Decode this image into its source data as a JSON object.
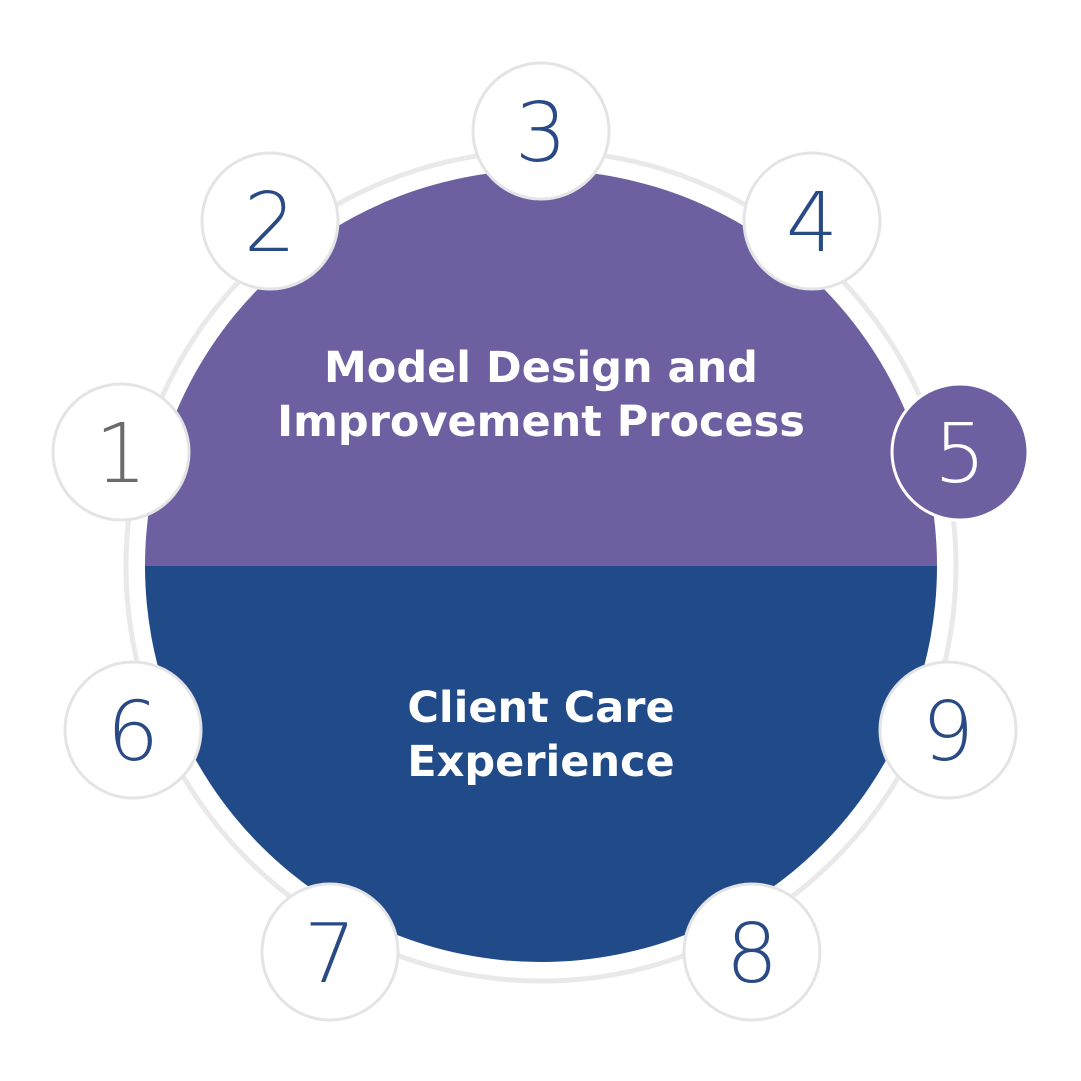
{
  "colors": {
    "background": "#ffffff",
    "ring": "#e9e9ea",
    "top_half": "#6e5fa0",
    "bottom_half": "#204b88",
    "node_fill": "#ffffff",
    "node_border": "#e4e4e6",
    "number_default": "#2a4a86",
    "number_one": "#6b6b6b",
    "node_active_fill": "#6e5fa0",
    "number_active": "#ffffff"
  },
  "top_section": {
    "line1": "Model Design and",
    "line2": "Improvement Process"
  },
  "bottom_section": {
    "line1": "Client Care",
    "line2": "Experience"
  },
  "nodes": [
    {
      "label": "1",
      "state": "default-grey"
    },
    {
      "label": "2",
      "state": "default"
    },
    {
      "label": "3",
      "state": "default"
    },
    {
      "label": "4",
      "state": "default"
    },
    {
      "label": "5",
      "state": "active"
    },
    {
      "label": "6",
      "state": "default"
    },
    {
      "label": "7",
      "state": "default"
    },
    {
      "label": "8",
      "state": "default"
    },
    {
      "label": "9",
      "state": "default"
    }
  ]
}
